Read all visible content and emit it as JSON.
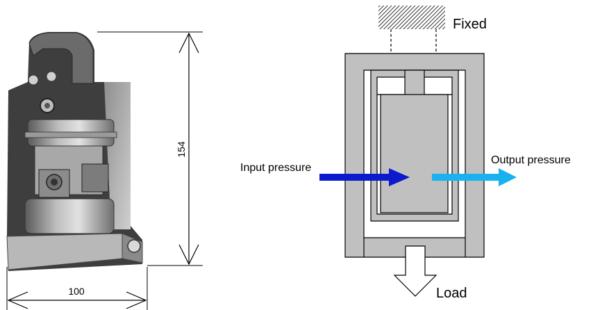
{
  "photo": {
    "dimension_height": "154",
    "dimension_width": "100"
  },
  "schematic": {
    "label_fixed": "Fixed",
    "label_input": "Input pressure",
    "label_output": "Output pressure",
    "label_load": "Load",
    "colors": {
      "frame_gray": "#c0c0c0",
      "input_arrow": "#0a1acc",
      "output_arrow": "#19b2ee",
      "outline": "#000000"
    }
  }
}
